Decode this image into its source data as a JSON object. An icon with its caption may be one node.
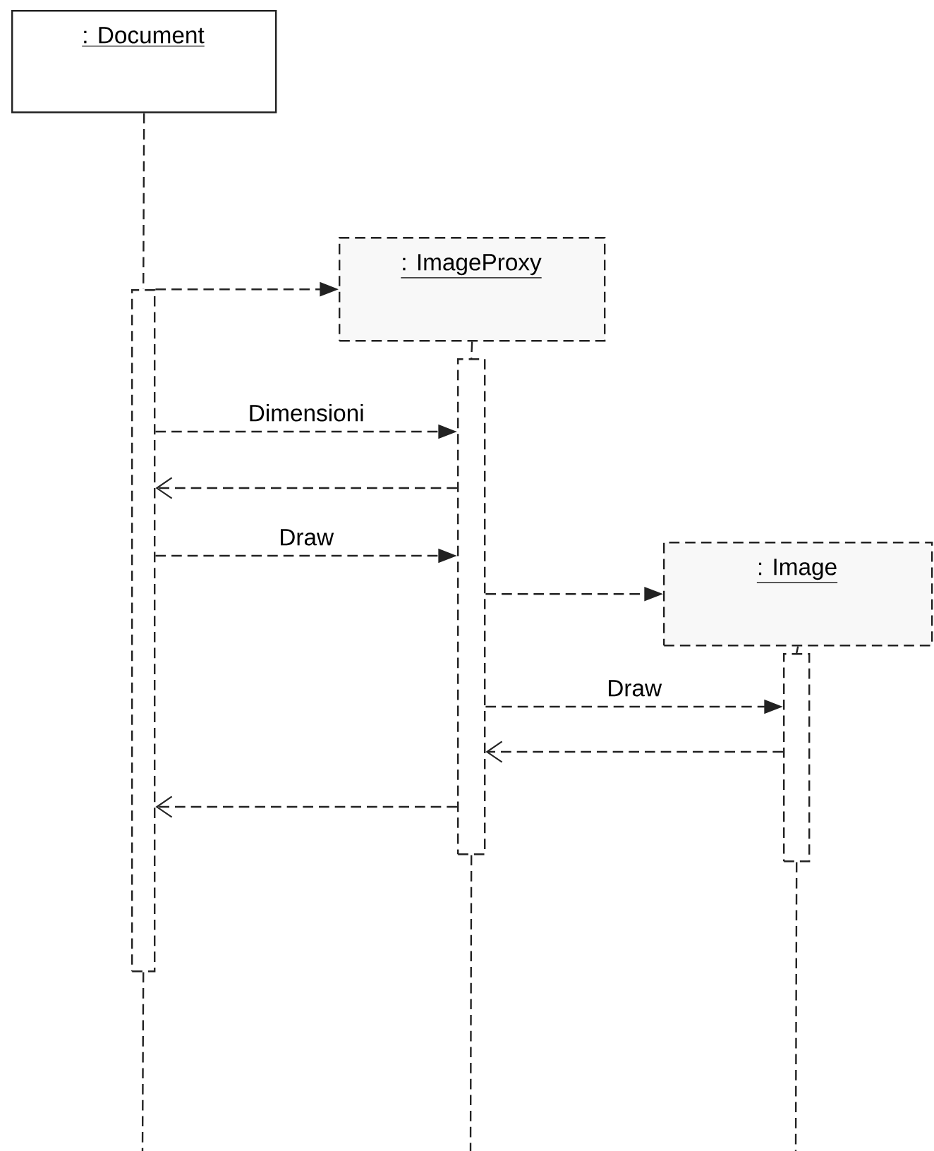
{
  "diagram": {
    "nodes": [
      {
        "text": [
          ": Document"
        ]
      },
      {
        "text": [
          ": ImageProxy"
        ]
      },
      {
        "text": [
          ": Image"
        ]
      },
      {
        "text": [],
        "shape": "bar"
      },
      {
        "text": [],
        "shape": "bar"
      },
      {
        "text": [],
        "shape": "bar"
      }
    ],
    "edges": [
      {
        "from": 0,
        "to": 3,
        "arrow": "none",
        "style": "dashed"
      },
      {
        "from": 3,
        "to": null,
        "arrow": "none",
        "style": "dashed"
      },
      {
        "from": 1,
        "to": 4,
        "arrow": "none",
        "style": "dashed"
      },
      {
        "from": 4,
        "to": null,
        "arrow": "none",
        "style": "dashed"
      },
      {
        "from": 2,
        "to": 5,
        "arrow": "none",
        "style": "dashed"
      },
      {
        "from": 5,
        "to": null,
        "arrow": "none",
        "style": "dashed"
      },
      {
        "from": 3,
        "to": 1,
        "arrow": "to",
        "style": "dashed"
      },
      {
        "from": 3,
        "to": 4,
        "arrow": "to",
        "label": "Dimensioni",
        "style": "dashed"
      },
      {
        "from": 4,
        "to": 3,
        "arrow": "to",
        "style": "dashed"
      },
      {
        "from": 3,
        "to": 4,
        "arrow": "to",
        "label": "Draw",
        "style": "dashed"
      },
      {
        "from": 4,
        "to": 2,
        "arrow": "to",
        "style": "dashed"
      },
      {
        "from": 4,
        "to": 5,
        "arrow": "to",
        "label": "Draw",
        "style": "dashed"
      },
      {
        "from": 5,
        "to": 4,
        "arrow": "to",
        "style": "dashed"
      },
      {
        "from": 4,
        "to": 3,
        "arrow": "to",
        "style": "dashed"
      }
    ]
  }
}
